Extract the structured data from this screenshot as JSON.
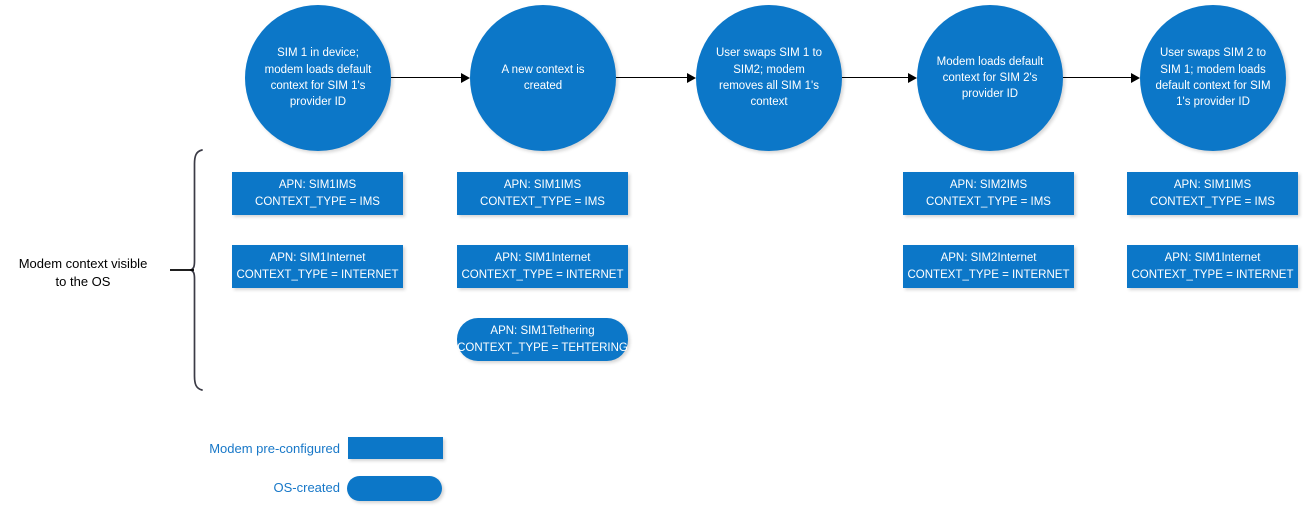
{
  "colors": {
    "fill": "#0c77c8",
    "box_text": "#ffffff",
    "legend_text": "#1878c8",
    "connector": "#000000",
    "label_text": "#000000"
  },
  "flow_steps": [
    {
      "id": "step-1",
      "text": "SIM 1 in device; modem loads default context for SIM 1's provider ID"
    },
    {
      "id": "step-2",
      "text": "A new context is created"
    },
    {
      "id": "step-3",
      "text": "User swaps SIM 1 to SIM2; modem removes all SIM 1's context"
    },
    {
      "id": "step-4",
      "text": "Modem loads default context for SIM 2's provider ID"
    },
    {
      "id": "step-5",
      "text": "User swaps SIM 2 to SIM 1; modem loads default context for SIM 1's provider ID"
    }
  ],
  "context_boxes": [
    {
      "id": "ctx-1-ims",
      "column": 1,
      "row": 1,
      "apn": "APN: SIM1IMS",
      "context_type": "CONTEXT_TYPE = IMS",
      "style": "modem-preconfigured"
    },
    {
      "id": "ctx-1-internet",
      "column": 1,
      "row": 2,
      "apn": "APN: SIM1Internet",
      "context_type": "CONTEXT_TYPE = INTERNET",
      "style": "modem-preconfigured"
    },
    {
      "id": "ctx-2-ims",
      "column": 2,
      "row": 1,
      "apn": "APN: SIM1IMS",
      "context_type": "CONTEXT_TYPE = IMS",
      "style": "modem-preconfigured"
    },
    {
      "id": "ctx-2-internet",
      "column": 2,
      "row": 2,
      "apn": "APN: SIM1Internet",
      "context_type": "CONTEXT_TYPE = INTERNET",
      "style": "modem-preconfigured"
    },
    {
      "id": "ctx-2-tethering",
      "column": 2,
      "row": 3,
      "apn": "APN: SIM1Tethering",
      "context_type": "CONTEXT_TYPE = TEHTERING",
      "style": "os-created"
    },
    {
      "id": "ctx-4-ims",
      "column": 4,
      "row": 1,
      "apn": "APN: SIM2IMS",
      "context_type": "CONTEXT_TYPE = IMS",
      "style": "modem-preconfigured"
    },
    {
      "id": "ctx-4-internet",
      "column": 4,
      "row": 2,
      "apn": "APN: SIM2Internet",
      "context_type": "CONTEXT_TYPE = INTERNET",
      "style": "modem-preconfigured"
    },
    {
      "id": "ctx-5-ims",
      "column": 5,
      "row": 1,
      "apn": "APN: SIM1IMS",
      "context_type": "CONTEXT_TYPE = IMS",
      "style": "modem-preconfigured"
    },
    {
      "id": "ctx-5-internet",
      "column": 5,
      "row": 2,
      "apn": "APN: SIM1Internet",
      "context_type": "CONTEXT_TYPE = INTERNET",
      "style": "modem-preconfigured"
    }
  ],
  "brace": {
    "label_line_1": "Modem context visible",
    "label_line_2": "to the OS"
  },
  "legend": [
    {
      "id": "legend-modem-preconfigured",
      "label": "Modem pre-configured",
      "swatch": "rectangle"
    },
    {
      "id": "legend-os-created",
      "label": "OS-created",
      "swatch": "pill"
    }
  ]
}
